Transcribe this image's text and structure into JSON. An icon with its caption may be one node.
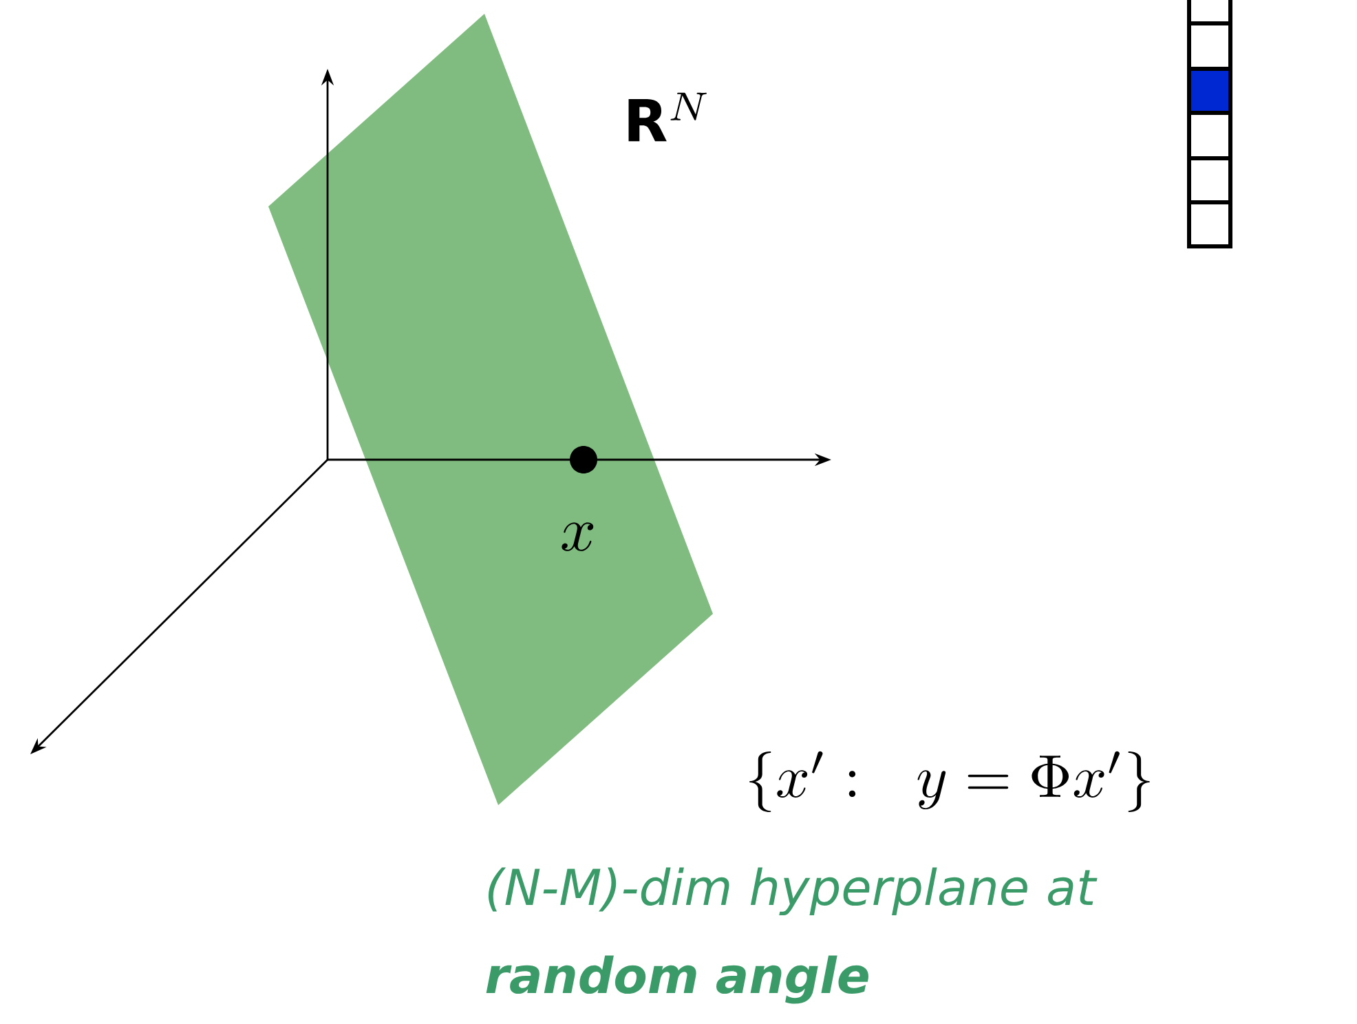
{
  "diagram": {
    "labels": [
      "\\mathbf{R}^N",
      "x",
      "\\{x' :\\ \\ y = \\Phi x'\\}",
      "(N-M)-dim hyperplane at **random angle**"
    ]
  }
}
